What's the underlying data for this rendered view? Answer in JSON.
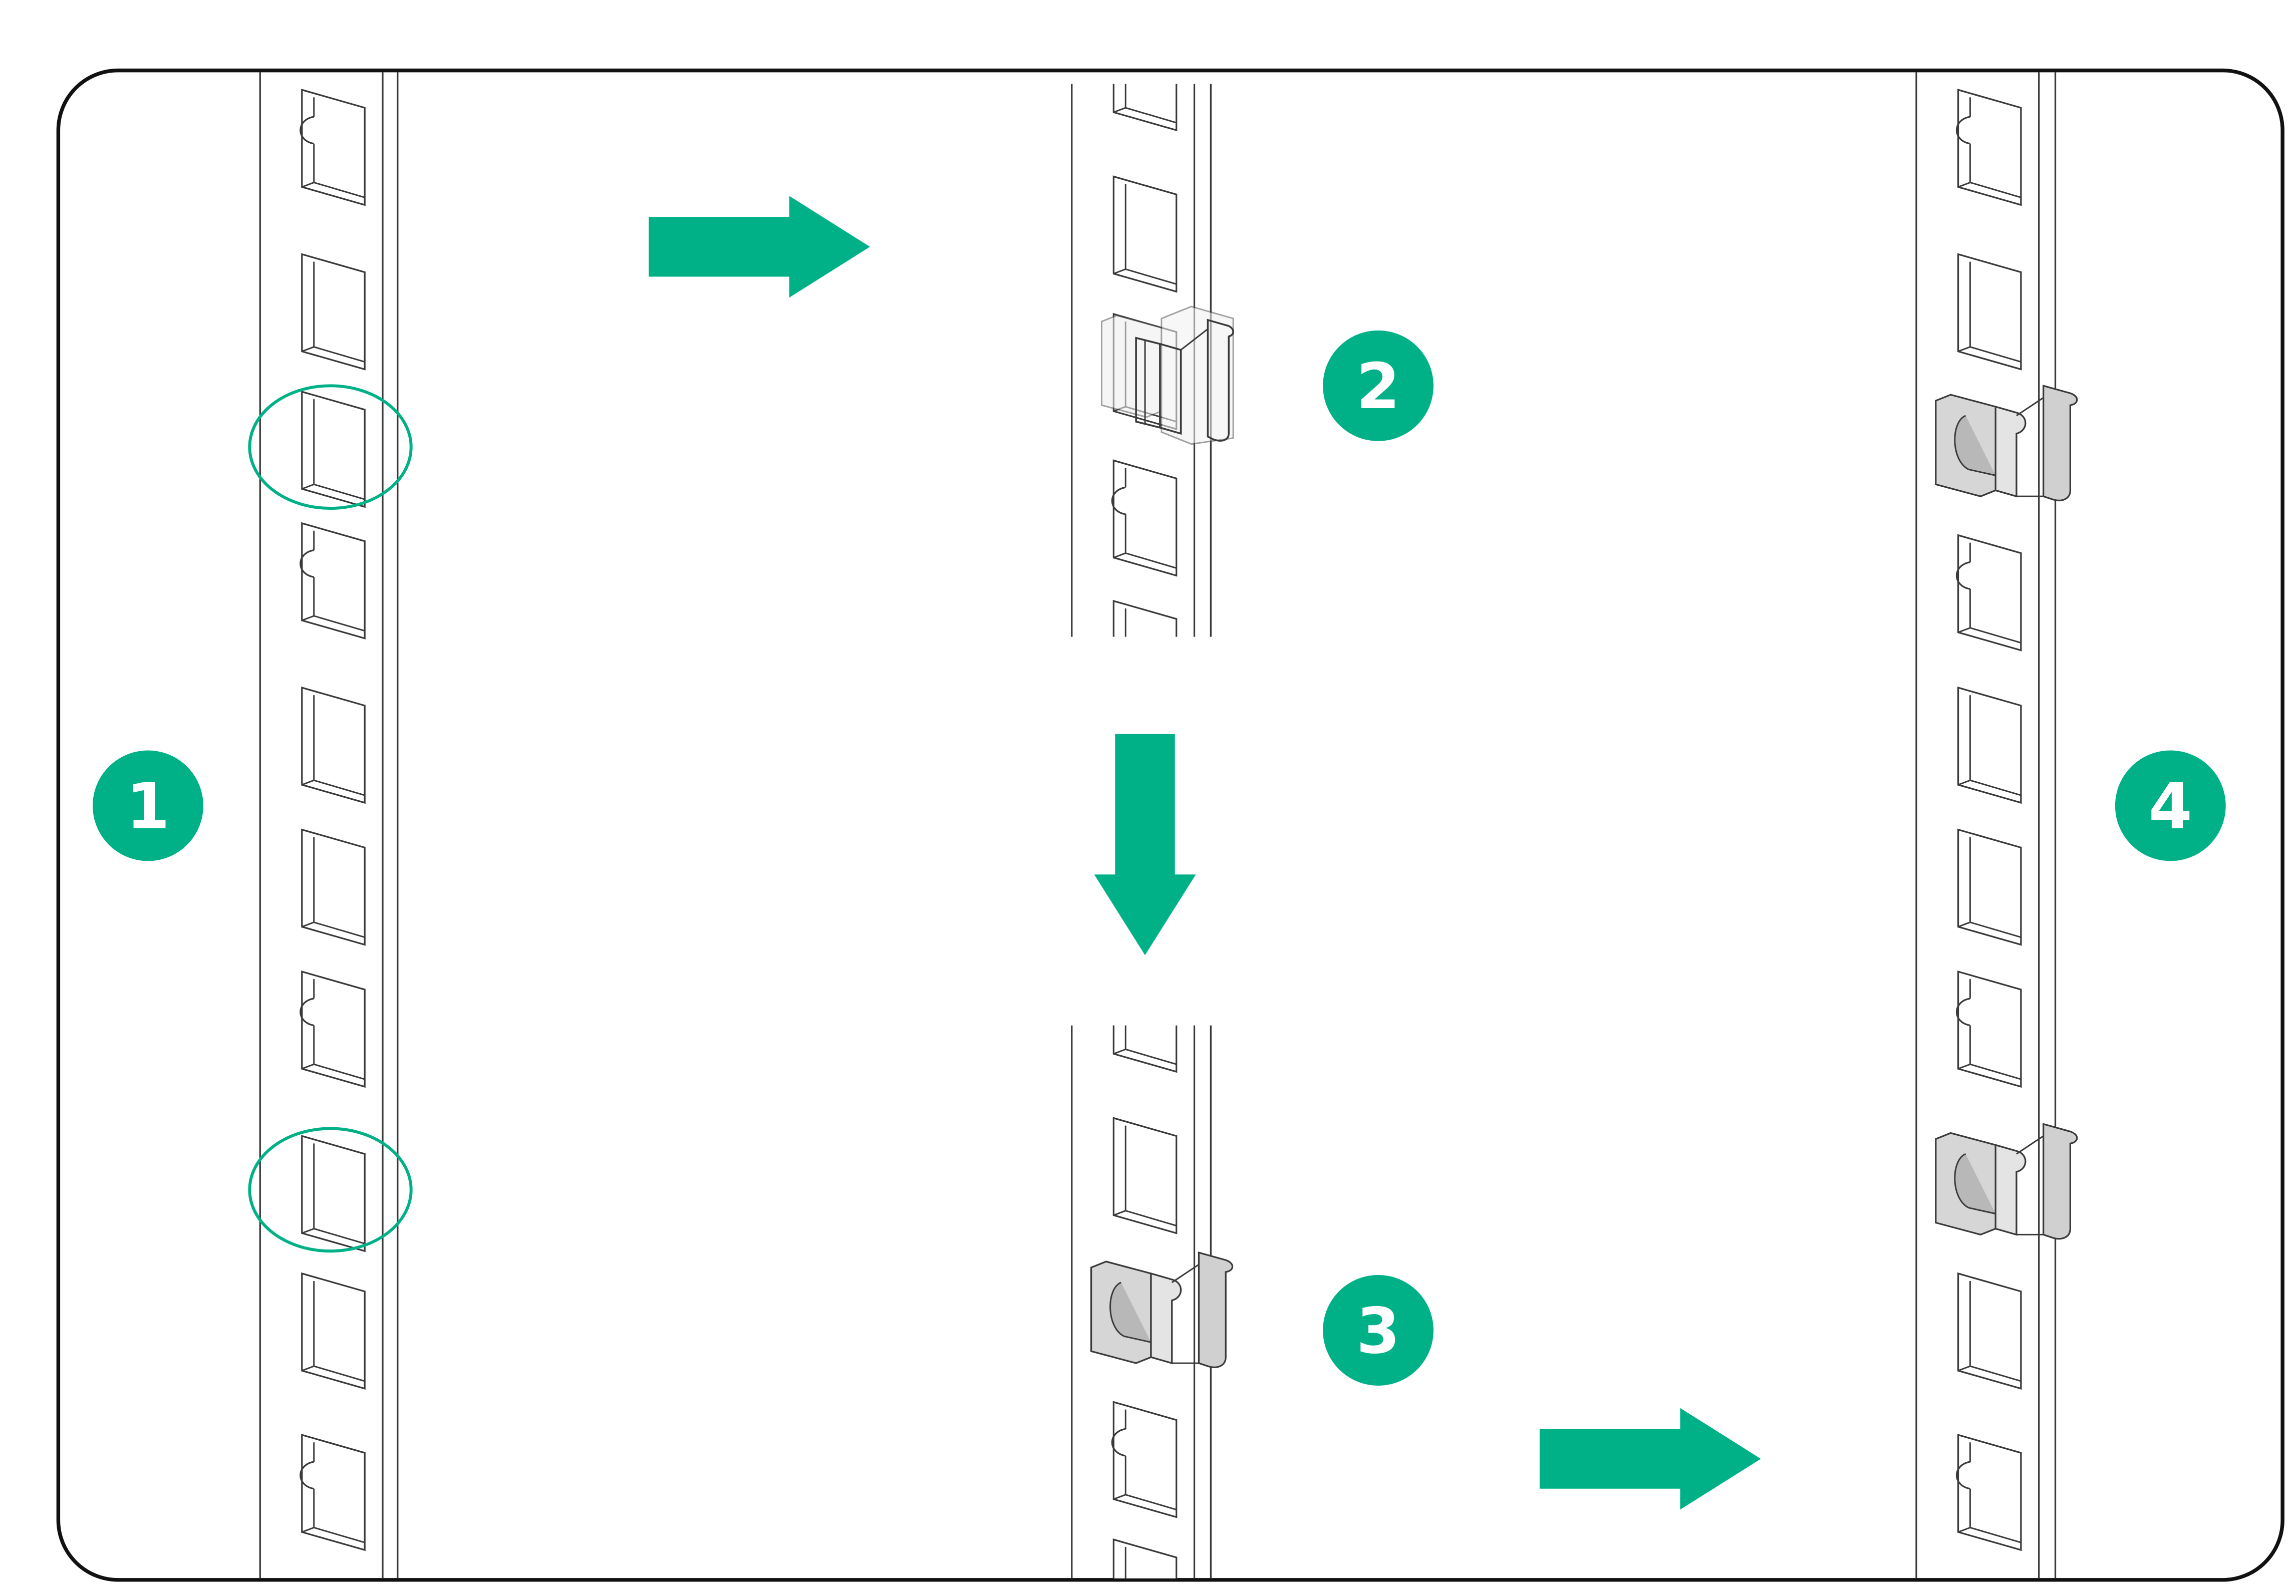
{
  "steps": [
    {
      "label": "1"
    },
    {
      "label": "2"
    },
    {
      "label": "3"
    },
    {
      "label": "4"
    }
  ],
  "colors": {
    "accent": "#00b188",
    "line": "#3a3a3a",
    "frame": "#111111",
    "nut_fill": "#d6d6d6",
    "nut_shade": "#b8b8b8"
  },
  "icons": {
    "arrow": "arrow-icon",
    "cage_nut": "cage-nut-icon",
    "highlight": "highlight-circle-icon"
  }
}
